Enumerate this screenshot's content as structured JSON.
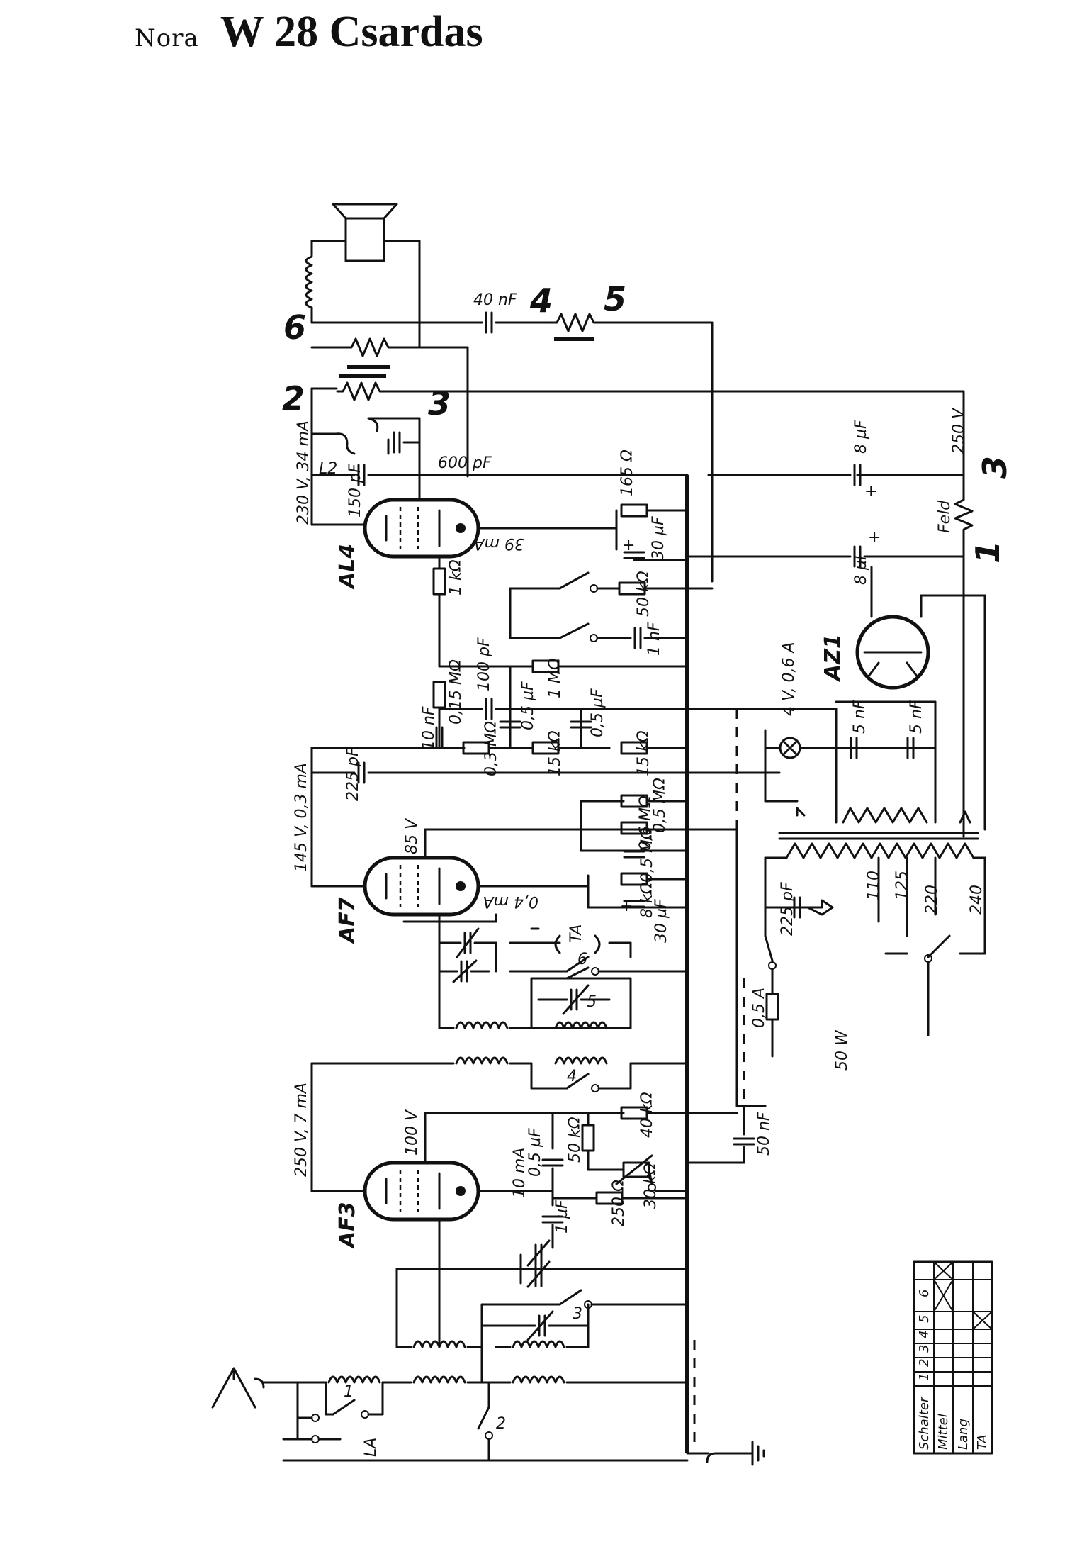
{
  "header": {
    "brand": "Nora",
    "model": "W 28 Csardas"
  },
  "tubes": [
    {
      "id": "al4",
      "label": "AL4",
      "rating": "230 V, 34 mA"
    },
    {
      "id": "af7",
      "label": "AF7",
      "rating": "145 V, 0,3 mA",
      "screen": "85 V"
    },
    {
      "id": "af3",
      "label": "AF3",
      "rating": "250 V, 7 mA",
      "screen": "100 V"
    },
    {
      "id": "az1",
      "label": "AZ1"
    }
  ],
  "terminals": [
    "1",
    "2",
    "3",
    "4",
    "5",
    "6",
    "3"
  ],
  "labels": {
    "field_coil": "Feld",
    "hv": "250 V",
    "l2": "L2",
    "ta": "TA",
    "la": "LA",
    "pilot": "4 V, 0,6 A",
    "fuse": "0,5 A",
    "power": "50 W",
    "i_al4": "39 mA",
    "i_af7": "0,4 mA",
    "i_af3": "10 mA"
  },
  "components": {
    "c40nf": "40 nF",
    "c600pf": "600 pF",
    "c150pf": "150 pF",
    "r165": "165 Ω",
    "c8uf_a": "8 µF",
    "c8uf_b": "8 µF",
    "c30uf_a": "30 µF",
    "r50k_a": "50 kΩ",
    "r1k": "1 kΩ",
    "c1nf": "1 nF",
    "r1m": "1 MΩ",
    "c100pf": "100 pF",
    "r015m": "0,15 MΩ",
    "c10nf": "10 nF",
    "r03m": "0,3 MΩ",
    "c05uf_a": "0,5 µF",
    "r15k_a": "15 kΩ",
    "c05uf_b": "0,5 µF",
    "r15k_b": "15 kΩ",
    "c225pf_a": "225 pF",
    "c5nf_a": "5 nF",
    "c5nf_b": "5 nF",
    "r05m_a": "0,5 MΩ",
    "r06m": "0,6 MΩ",
    "r05m_b": "0,5 MΩ",
    "r8k": "8 kΩ",
    "c30uf_b": "30 µF",
    "c225pf_b": "225 pF",
    "r40k": "40 kΩ",
    "r50k_b": "50 kΩ",
    "c05uf_c": "0,5 µF",
    "r30k": "30 kΩ",
    "c1uf": "1 µF",
    "r250": "250 Ω",
    "c50nf": "50 nF"
  },
  "mains_taps": [
    "110",
    "125",
    "220",
    "240"
  ],
  "switch_table": {
    "header": [
      "Schalter",
      "1",
      "2",
      "3",
      "4",
      "5",
      "6"
    ],
    "rows": [
      {
        "name": "Mittel",
        "marks": [
          true,
          true,
          false,
          false,
          false,
          false
        ]
      },
      {
        "name": "Lang",
        "marks": [
          false,
          false,
          false,
          false,
          false,
          false
        ]
      },
      {
        "name": "TA",
        "marks": [
          false,
          false,
          false,
          false,
          true,
          false
        ]
      }
    ]
  }
}
